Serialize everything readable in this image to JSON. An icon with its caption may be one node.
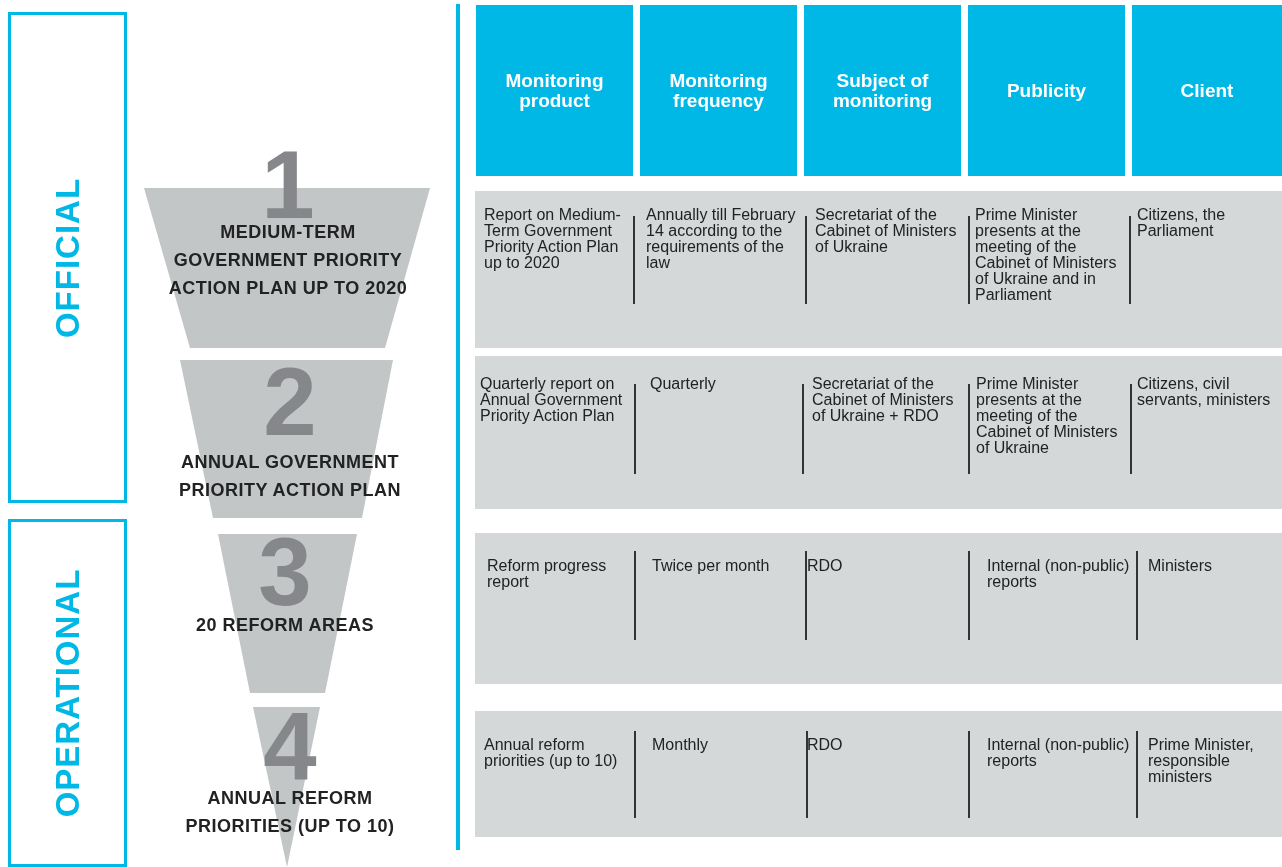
{
  "diagram": {
    "nodes": [
      {
        "text": [
          "OFFICIAL"
        ]
      },
      {
        "text": [
          "OPERATIONAL"
        ]
      },
      {
        "text": [
          "1",
          "MEDIUM-TERM GOVERNMENT PRIORITY ACTION PLAN UP TO 2020"
        ]
      },
      {
        "text": [
          "2",
          "ANNUAL GOVERNMENT PRIORITY ACTION PLAN"
        ]
      },
      {
        "text": [
          "3",
          "20 REFORM AREAS"
        ]
      },
      {
        "text": [
          "4",
          "ANNUAL REFORM PRIORITIES (UP TO 10)"
        ]
      }
    ],
    "labels": [
      "Monitoring product",
      "Monitoring frequency",
      "Subject of monitoring",
      "Publicity",
      "Client",
      "Report on Medium-Term Government Priority Action Plan up to 2020",
      "Annually till February 14 according to the requirements of the law",
      "Secretariat of the Cabinet of Ministers of Ukraine",
      "Prime Minister presents at the meeting of the Cabinet of Ministers of Ukraine and in Parliament",
      "Citizens, the Parliament",
      "Quarterly report on Annual Government Priority Action Plan",
      "Quarterly",
      "Secretariat of the Cabinet of Ministers of Ukraine + RDO",
      "Prime Minister presents at the meeting of the Cabinet of Ministers of Ukraine",
      "Citizens, civil servants, ministers",
      "Reform progress report",
      "Twice per month",
      "RDO",
      "Internal (non-public) reports",
      "Ministers",
      "Annual reform priorities (up to 10)",
      "Monthly",
      "RDO",
      "Internal (non-public) reports",
      "Prime Minister, responsible ministers"
    ]
  }
}
